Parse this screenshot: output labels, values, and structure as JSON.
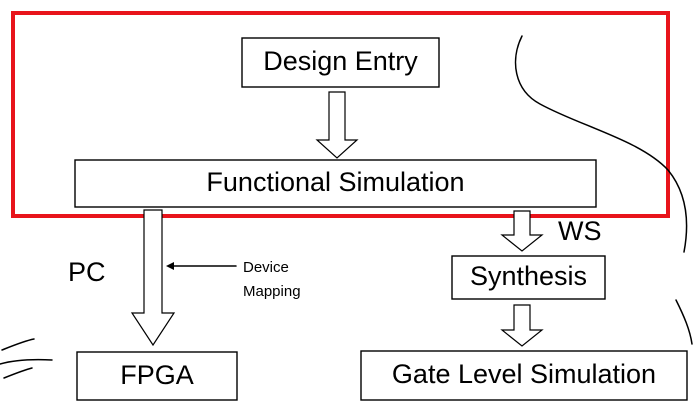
{
  "nodes": {
    "design_entry": "Design Entry",
    "functional_simulation": "Functional Simulation",
    "synthesis": "Synthesis",
    "fpga": "FPGA",
    "gate_level_simulation": "Gate Level Simulation"
  },
  "labels": {
    "pc": "PC",
    "ws": "WS",
    "device_mapping_line1": "Device",
    "device_mapping_line2": "Mapping"
  },
  "colors": {
    "highlight": "#e8141b",
    "ink": "#000000",
    "background": "#ffffff"
  }
}
